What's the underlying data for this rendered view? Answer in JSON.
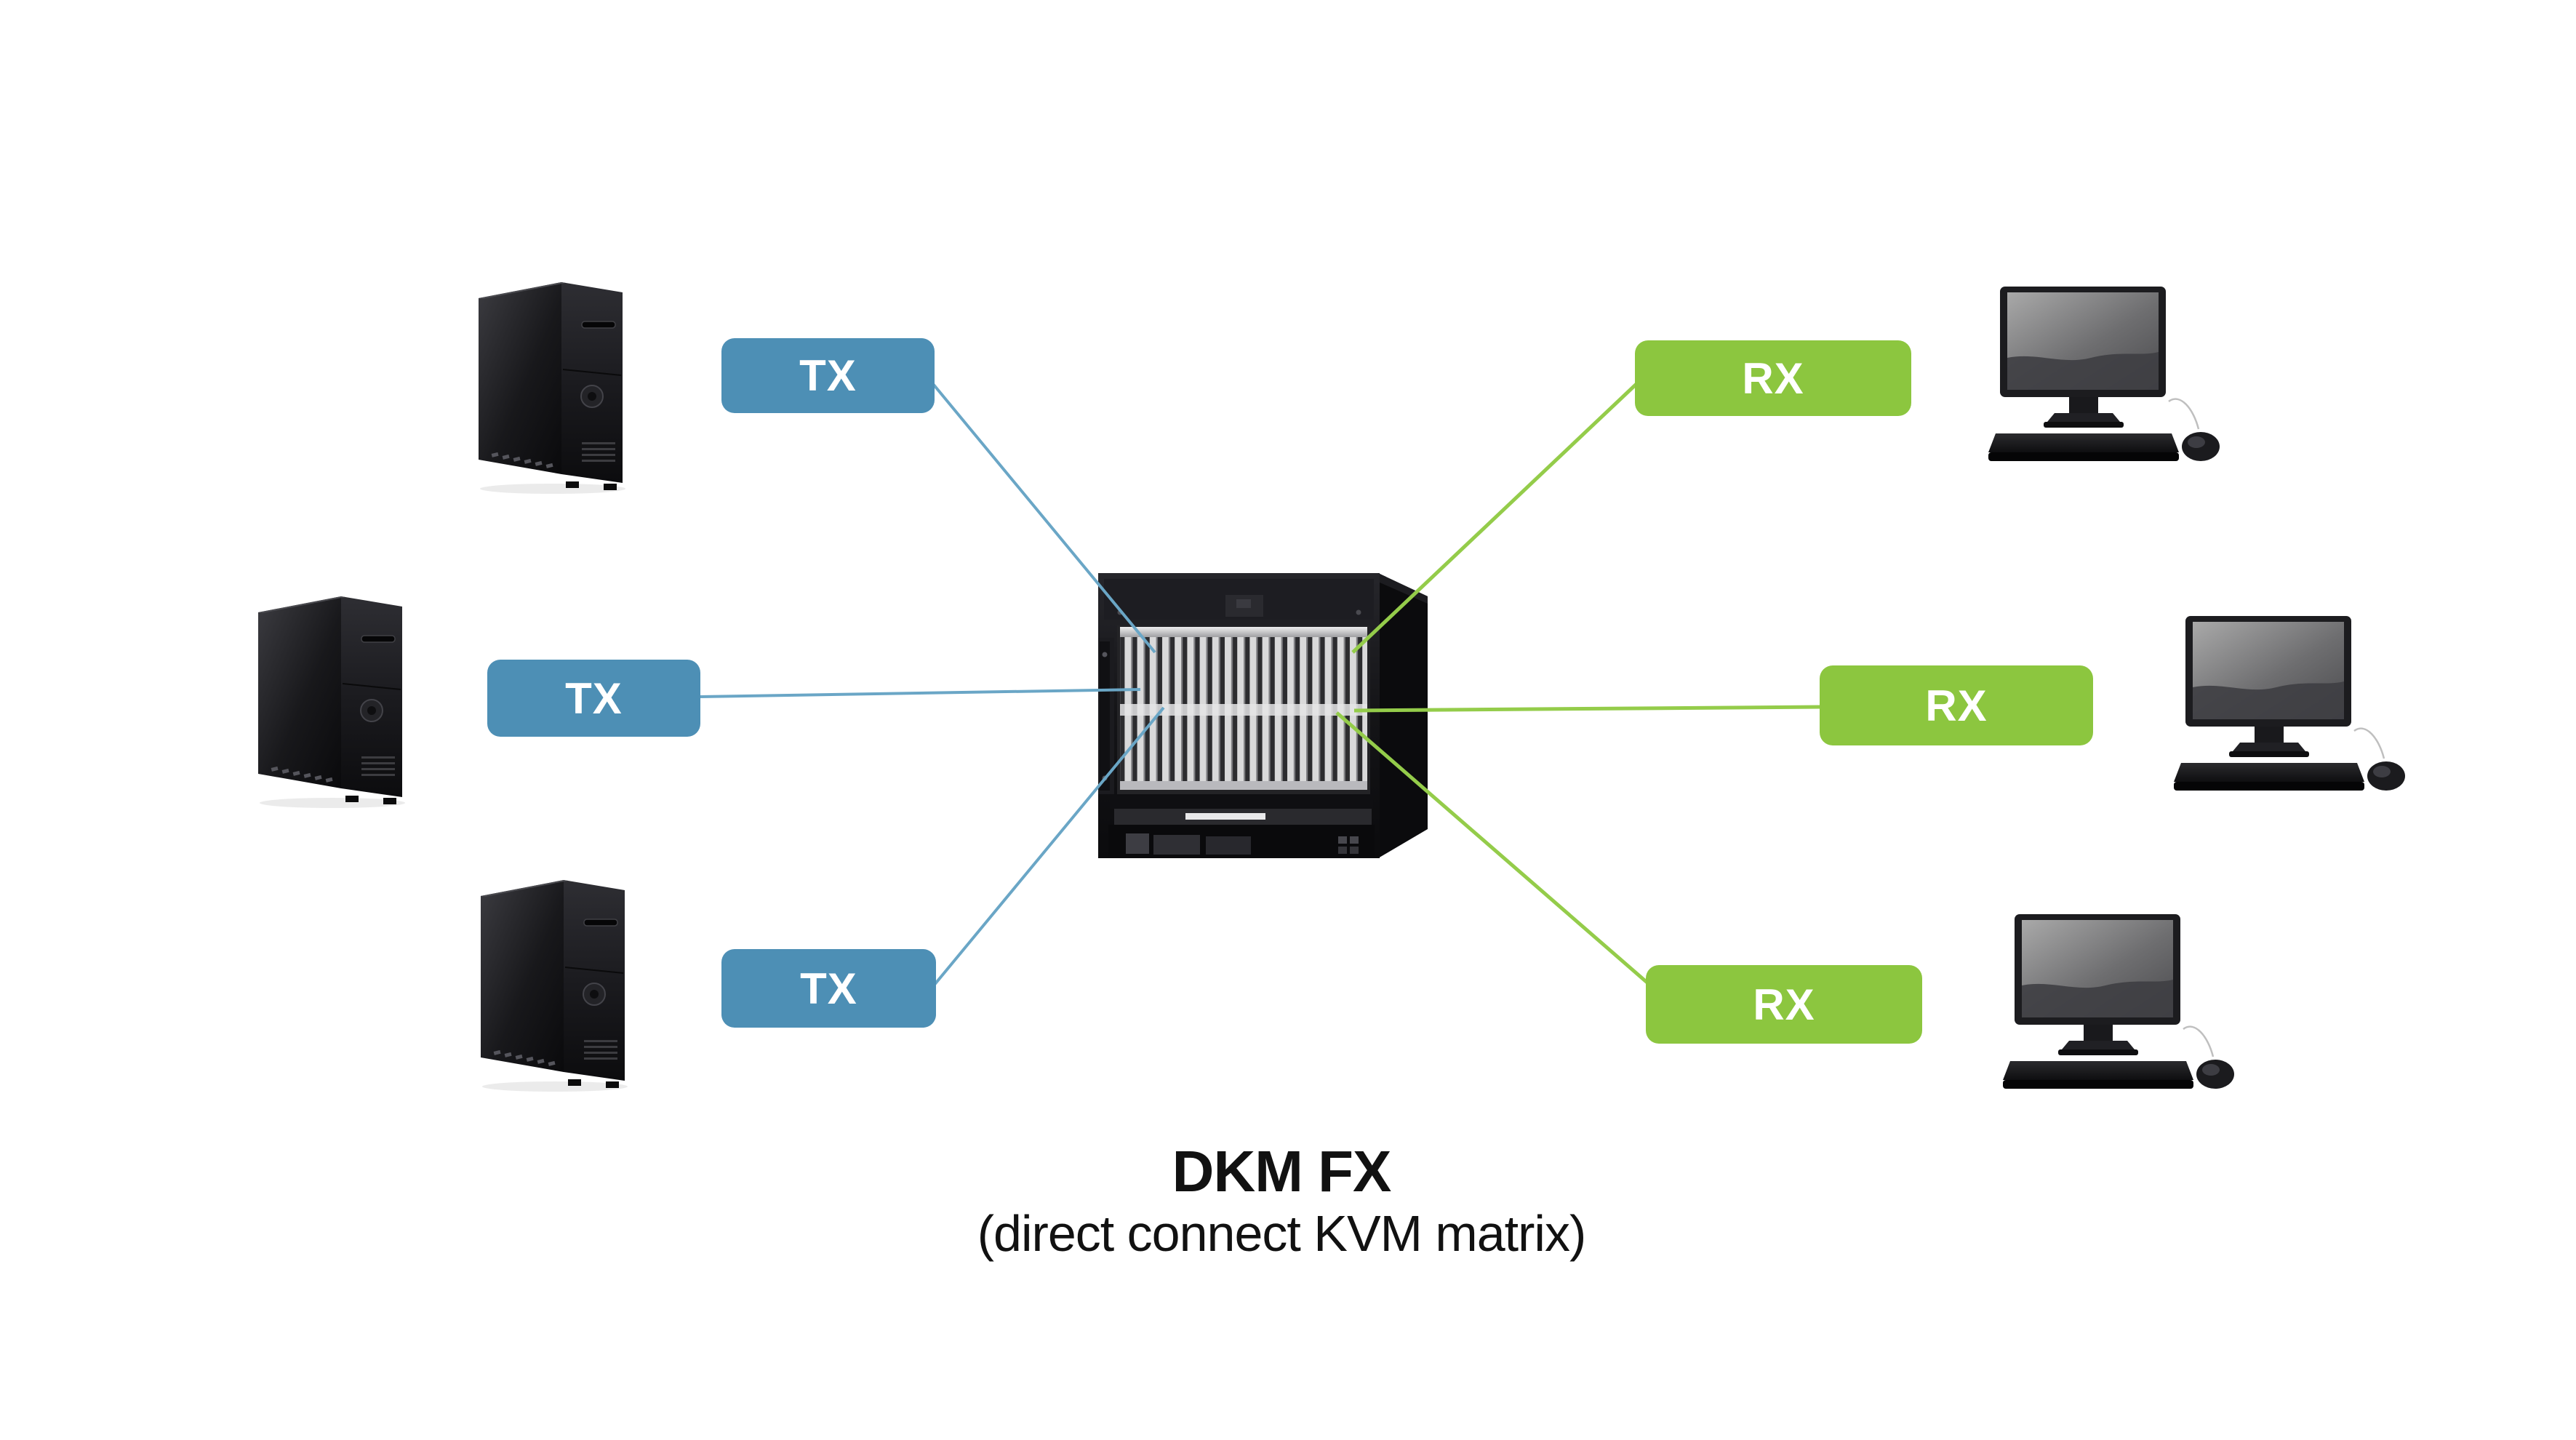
{
  "diagram": {
    "title": "DKM FX",
    "subtitle": "(direct connect KVM matrix)"
  },
  "nodes": {
    "tx": [
      "TX",
      "TX",
      "TX"
    ],
    "rx": [
      "RX",
      "RX",
      "RX"
    ]
  },
  "colors": {
    "tx_box": "#4d8fb5",
    "tx_line": "#6aa6c6",
    "rx_box": "#8cc63f",
    "rx_line": "#94cc4a"
  }
}
